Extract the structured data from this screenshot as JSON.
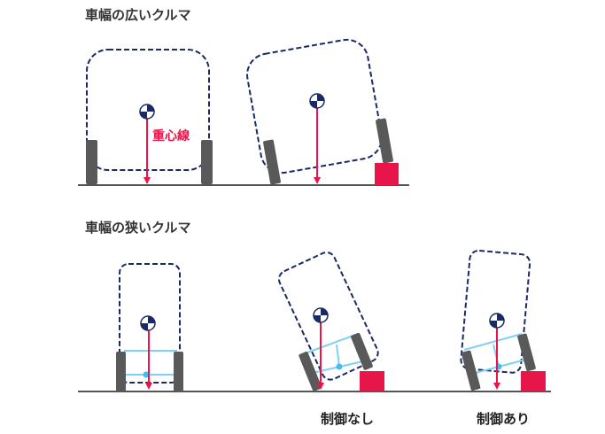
{
  "headings": {
    "wide": "車幅の広いクルマ",
    "narrow": "車幅の狭いクルマ"
  },
  "labels": {
    "gravity_line": "重心線",
    "without_control": "制御なし",
    "with_control": "制御あり"
  },
  "colors": {
    "body_outline": "#1a2a66",
    "gravity_line": "#e8154a",
    "obstacle_block": "#e8154a",
    "tire": "#595959",
    "suspension": "#7fd0f5",
    "cg_marker": "#1a2a66",
    "ground": "#555555",
    "text": "#333333"
  }
}
